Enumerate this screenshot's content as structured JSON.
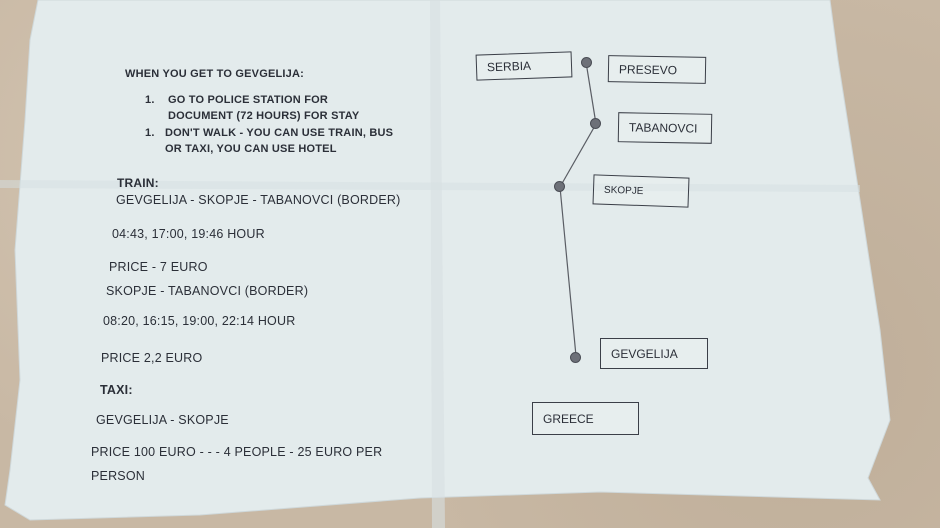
{
  "note": {
    "heading": "WHEN YOU GET TO GEVGELIJA:",
    "items": [
      {
        "num": "1.",
        "text": "GO TO POLICE STATION FOR DOCUMENT (72 HOURS) FOR STAY"
      },
      {
        "num": "1.",
        "text": "DON'T WALK - YOU CAN USE TRAIN, BUS OR TAXI, YOU CAN USE HOTEL"
      }
    ],
    "train_label": "TRAIN:",
    "train_route_1": "GEVGELIJA - SKOPJE - TABANOVCI (BORDER)",
    "train_times_1": "04:43, 17:00, 19:46 HOUR",
    "train_price_1": "PRICE - 7 EURO",
    "train_route_2": "SKOPJE - TABANOVCI (BORDER)",
    "train_times_2": "08:20, 16:15, 19:00, 22:14 HOUR",
    "train_price_2": "PRICE 2,2 EURO",
    "taxi_label": "TAXI:",
    "taxi_route": "GEVGELIJA - SKOPJE",
    "taxi_price": "PRICE 100 EURO - - - 4 PEOPLE - 25 EURO PER PERSON"
  },
  "map": {
    "serbia": "SERBIA",
    "presevo": "PRESEVO",
    "tabanovci": "TABANOVCI",
    "skopje": "SKOPJE",
    "gevgelija": "GEVGELIJA",
    "greece": "GREECE"
  },
  "colors": {
    "paper": "#e4ecee",
    "ink": "#2b2f38",
    "background": "#c8b8a4"
  }
}
